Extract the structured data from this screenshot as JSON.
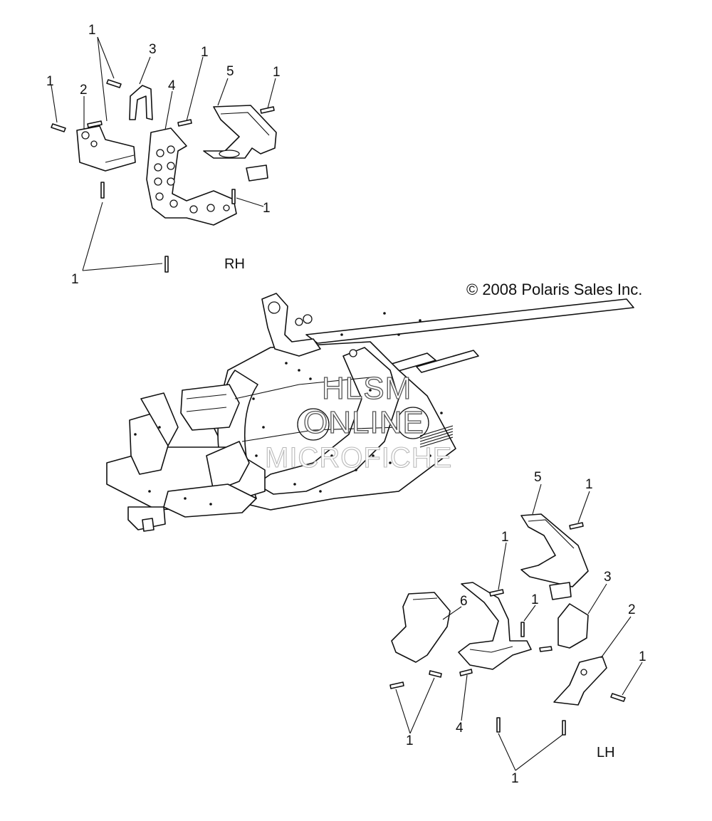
{
  "diagram": {
    "copyright": "© 2008 Polaris Sales Inc.",
    "watermark": [
      "HLSM",
      "ONLINE",
      "MICROFICHE"
    ],
    "rh": {
      "label": "RH",
      "callouts": [
        {
          "id": "rh-1a",
          "text": "1"
        },
        {
          "id": "rh-3",
          "text": "3"
        },
        {
          "id": "rh-1b",
          "text": "1"
        },
        {
          "id": "rh-5",
          "text": "5"
        },
        {
          "id": "rh-1c",
          "text": "1"
        },
        {
          "id": "rh-1d",
          "text": "1"
        },
        {
          "id": "rh-2",
          "text": "2"
        },
        {
          "id": "rh-4",
          "text": "4"
        },
        {
          "id": "rh-1e",
          "text": "1"
        },
        {
          "id": "rh-1f",
          "text": "1"
        }
      ]
    },
    "lh": {
      "label": "LH",
      "callouts": [
        {
          "id": "lh-5",
          "text": "5"
        },
        {
          "id": "lh-1a",
          "text": "1"
        },
        {
          "id": "lh-1b",
          "text": "1"
        },
        {
          "id": "lh-3",
          "text": "3"
        },
        {
          "id": "lh-6",
          "text": "6"
        },
        {
          "id": "lh-1c",
          "text": "1"
        },
        {
          "id": "lh-2",
          "text": "2"
        },
        {
          "id": "lh-1d",
          "text": "1"
        },
        {
          "id": "lh-1e",
          "text": "1"
        },
        {
          "id": "lh-4",
          "text": "4"
        },
        {
          "id": "lh-1f",
          "text": "1"
        }
      ]
    }
  }
}
